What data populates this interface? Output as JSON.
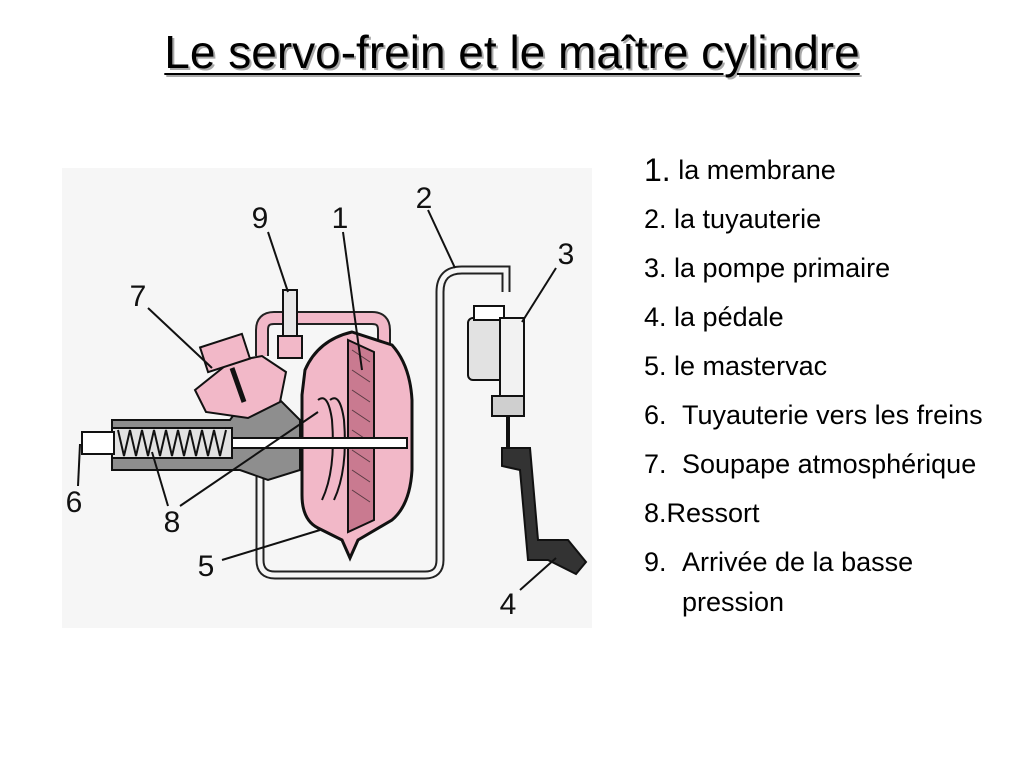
{
  "slide": {
    "title": "Le servo-frein et le maître cylindre"
  },
  "colors": {
    "pink": "#f2b8c8",
    "pink_dark": "#c97a90",
    "gray": "#8e8e8e",
    "outline": "#111111"
  },
  "diagram": {
    "callouts": [
      "9",
      "1",
      "2",
      "3",
      "7",
      "6",
      "8",
      "5",
      "4"
    ]
  },
  "legend": {
    "items": [
      {
        "num": "1.",
        "label": " la membrane"
      },
      {
        "num": "2.",
        "label": " la tuyauterie"
      },
      {
        "num": "3.",
        "label": " la pompe primaire"
      },
      {
        "num": "4.",
        "label": " la pédale"
      },
      {
        "num": "5.",
        "label": " le mastervac"
      },
      {
        "num": "6.",
        "label": "Tuyauterie vers les freins"
      },
      {
        "num": "7.",
        "label": "Soupape atmosphérique"
      },
      {
        "num": "8.",
        "label": "Ressort"
      },
      {
        "num": "9.",
        "label": "Arrivée de la basse pression"
      }
    ]
  }
}
